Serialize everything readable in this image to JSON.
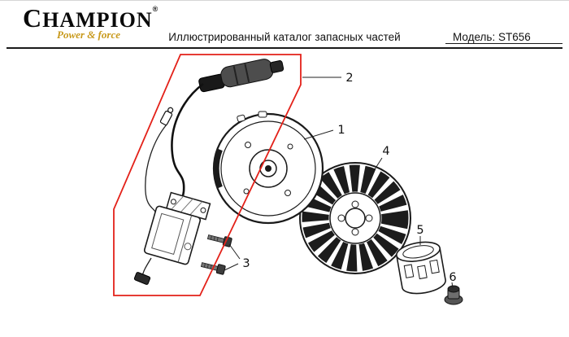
{
  "header": {
    "brand": "CHAMPION",
    "trademark": "®",
    "tagline": "Power & force",
    "tagline_color": "#c8991b",
    "title": "Иллюстрированный каталог запасных частей",
    "model": "Модель: ST656"
  },
  "diagram": {
    "highlight_color": "#e32119",
    "callouts": [
      "1",
      "2",
      "3",
      "4",
      "5",
      "6"
    ]
  }
}
